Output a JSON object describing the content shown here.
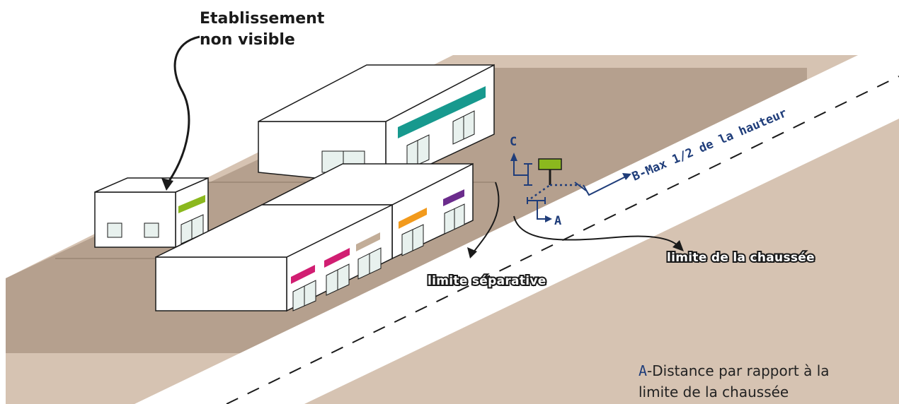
{
  "labels": {
    "title_line1": "Etablissement",
    "title_line2": "non visible",
    "limite_separative": "limite séparative",
    "limite_chaussee": "limite de la chaussée",
    "measure_b": "B-Max 1/2 de la hauteur",
    "measure_c": "C",
    "measure_a": "A"
  },
  "legend": {
    "key": "A",
    "line1_text": "-Distance par rapport à la",
    "line2_text": "limite de la chaussée"
  },
  "colors": {
    "ground": "#d6c3b2",
    "lot": "#b5a08e",
    "road": "#ffffff",
    "building": "#ffffff",
    "outline": "#1a1a1a",
    "measure": "#1f3d7a",
    "sign_panel": "#8bb81e",
    "band_teal": "#17998e",
    "band_green": "#8bb81e",
    "band_pink": "#d11e72",
    "band_beige": "#c2ad98",
    "band_orange": "#f29a1c",
    "band_purple": "#6b2c8c"
  }
}
